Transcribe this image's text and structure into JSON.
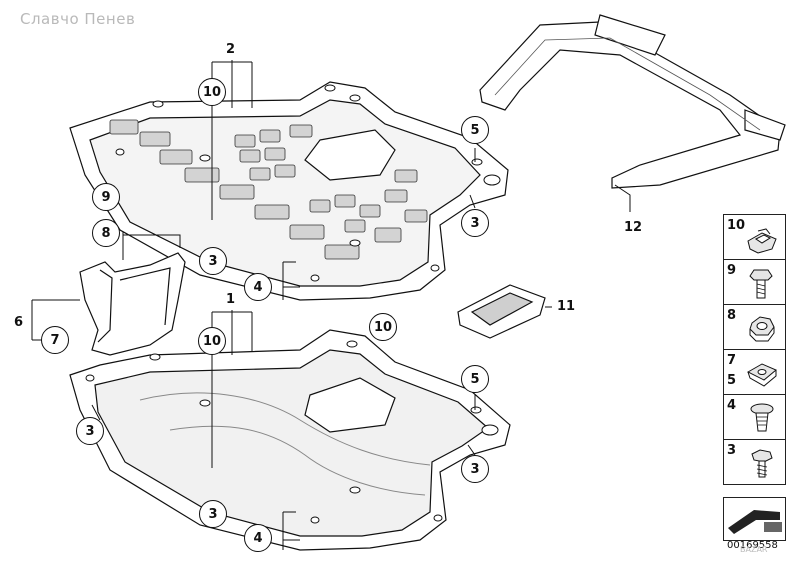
{
  "watermark": "Славчо Пенев",
  "reference_code": "00169558",
  "corner_mark": "BAZAR",
  "plain_labels": {
    "l1": "1",
    "l2": "2",
    "l6": "6",
    "l11": "11",
    "l12": "12"
  },
  "callouts": {
    "c10a": "10",
    "c5a": "5",
    "c9": "9",
    "c8": "8",
    "c3a": "3",
    "c3b": "3",
    "c4a": "4",
    "c7": "7",
    "c10b": "10",
    "c10c": "10",
    "c5b": "5",
    "c3c": "3",
    "c3d": "3",
    "c3e": "3",
    "c4b": "4"
  },
  "legend": [
    {
      "num": "10",
      "part": "clip-nut-icon"
    },
    {
      "num": "9",
      "part": "hex-bolt-icon"
    },
    {
      "num": "8",
      "part": "hex-nut-icon"
    },
    {
      "num": "7",
      "num2": "5",
      "part": "speed-nut-icon"
    },
    {
      "num": "4",
      "part": "expanding-rivet-icon"
    },
    {
      "num": "3",
      "part": "self-tapping-screw-icon"
    }
  ],
  "colors": {
    "line": "#111111",
    "shade": "#d8d8d8",
    "pad": "#bdbdbd",
    "watermark": "#b9b9b9"
  }
}
